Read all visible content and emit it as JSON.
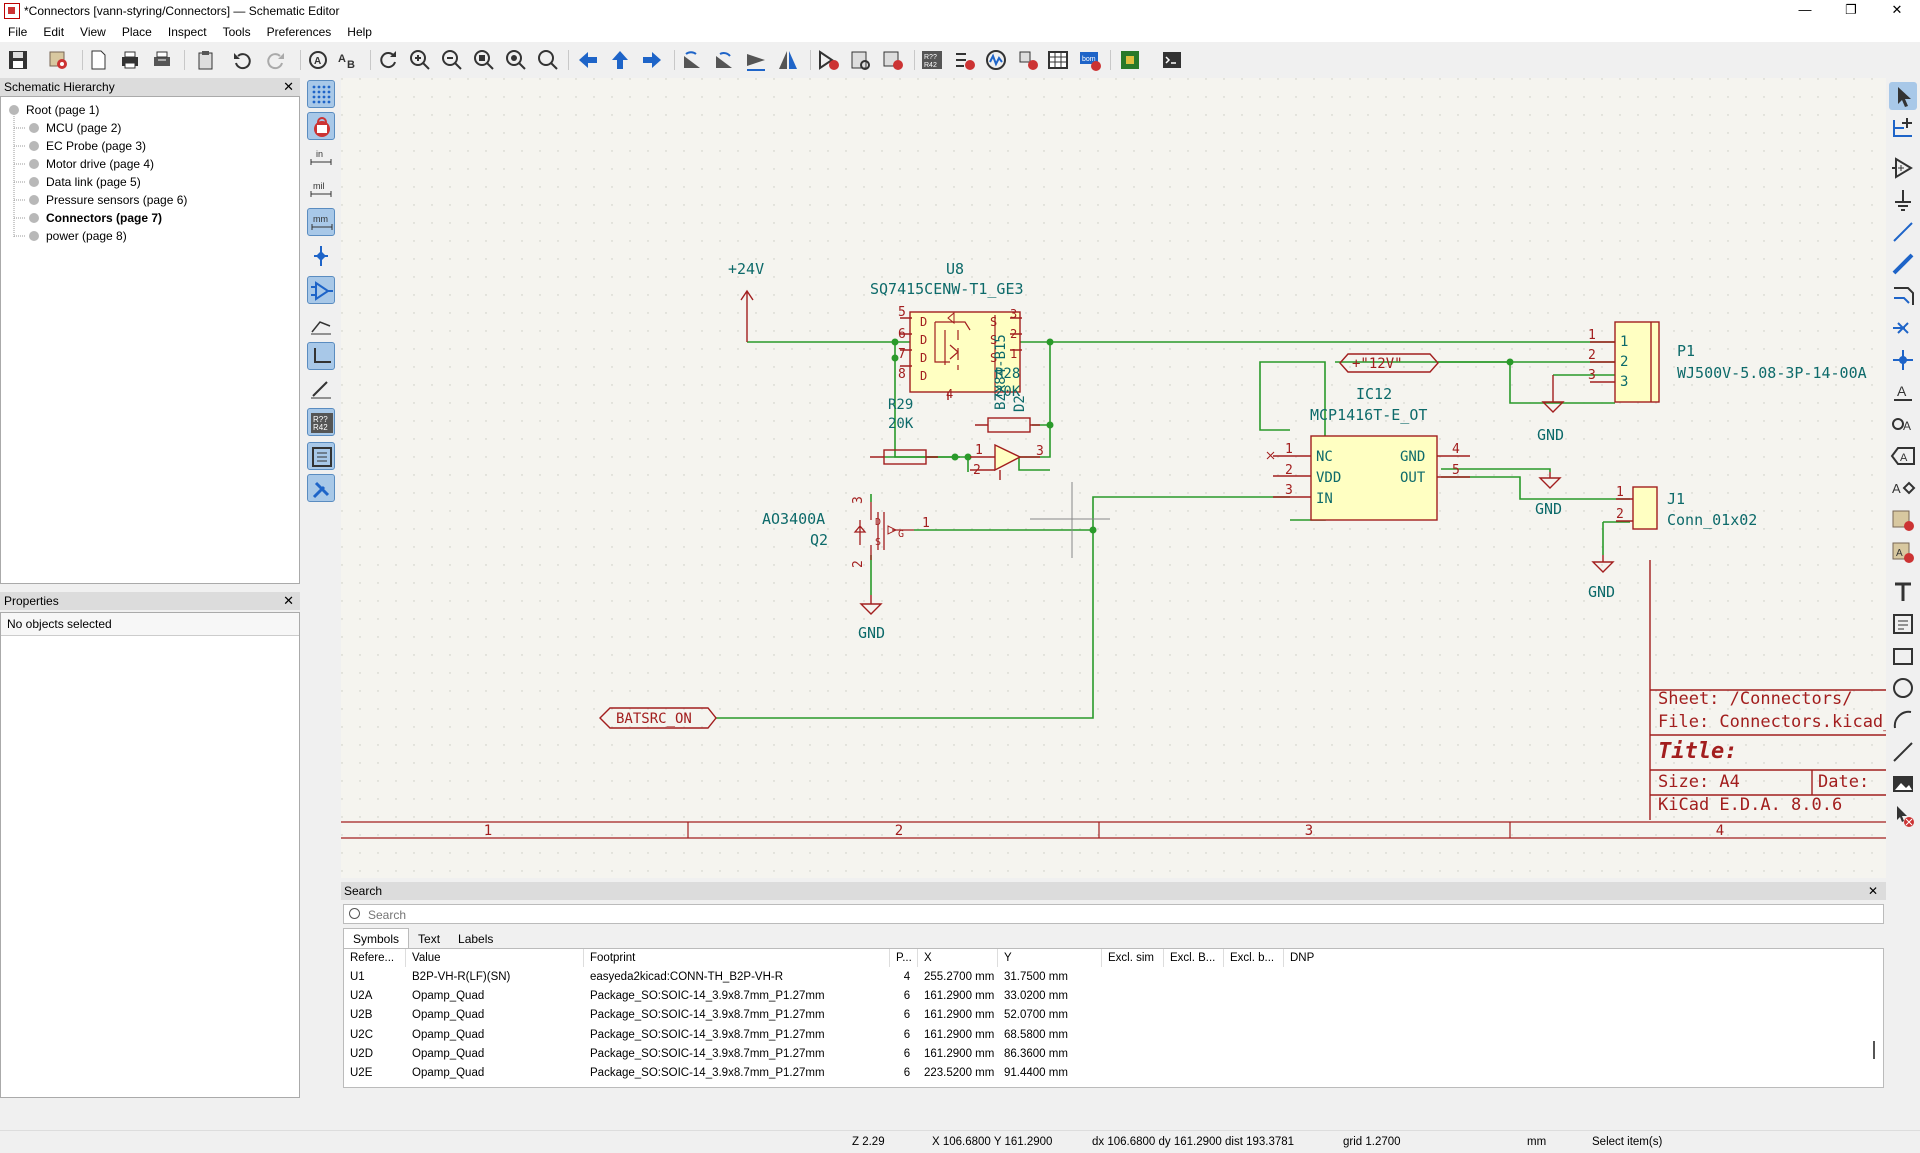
{
  "window": {
    "title": "*Connectors [vann-styring/Connectors] — Schematic Editor",
    "minimize": "—",
    "maximize": "❐",
    "close": "✕"
  },
  "menu": [
    "File",
    "Edit",
    "View",
    "Place",
    "Inspect",
    "Tools",
    "Preferences",
    "Help"
  ],
  "hierarchy": {
    "title": "Schematic Hierarchy",
    "items": [
      {
        "label": "Root (page 1)",
        "bold": false
      },
      {
        "label": "MCU (page 2)",
        "bold": false
      },
      {
        "label": "EC Probe (page 3)",
        "bold": false
      },
      {
        "label": "Motor drive (page 4)",
        "bold": false
      },
      {
        "label": "Data link (page 5)",
        "bold": false
      },
      {
        "label": "Pressure sensors (page 6)",
        "bold": false
      },
      {
        "label": "Connectors (page 7)",
        "bold": true
      },
      {
        "label": "power (page 8)",
        "bold": false
      }
    ]
  },
  "properties": {
    "title": "Properties",
    "empty_text": "No objects selected"
  },
  "left_toolbar": {
    "units_in": "in",
    "units_mil": "mil",
    "units_mm": "mm"
  },
  "schematic": {
    "power_24v": "+24V",
    "u8_ref": "U8",
    "u8_value": "SQ7415CENW-T1_GE3",
    "u8_pins": [
      "5",
      "6",
      "7",
      "8",
      "D",
      "D",
      "D",
      "D",
      "4",
      "3",
      "2",
      "1",
      "S",
      "S",
      "S"
    ],
    "d_ref": "D2",
    "d_value": "BZX84-B15",
    "r28_ref": "R28",
    "r28_value": "20K",
    "r29_ref": "R29",
    "r29_value": "20K",
    "q_pins": [
      "1",
      "2",
      "3"
    ],
    "q2_value": "AO3400A",
    "q2_ref": "Q2",
    "q2_pins": [
      "3",
      "2",
      "1",
      "D",
      "S",
      "G"
    ],
    "gnd": "GND",
    "label_12v": "+\"12V\"",
    "ic12_ref": "IC12",
    "ic12_value": "MCP1416T-E_OT",
    "ic12_pins_left": [
      {
        "num": "1",
        "name": "NC"
      },
      {
        "num": "2",
        "name": "VDD"
      },
      {
        "num": "3",
        "name": "IN"
      }
    ],
    "ic12_pins_right": [
      {
        "num": "4",
        "name": "GND"
      },
      {
        "num": "5",
        "name": "OUT"
      }
    ],
    "p1_ref": "P1",
    "p1_value": "WJ500V-5.08-3P-14-00A",
    "p1_pins": [
      "1",
      "2",
      "3"
    ],
    "j1_ref": "J1",
    "j1_value": "Conn_01x02",
    "j1_pins": [
      "1",
      "2"
    ],
    "label_batsrc": "BATSRC_ON",
    "titleblock": {
      "sheet": "Sheet: /Connectors/",
      "file": "File: Connectors.kicad_sch",
      "title": "Title:",
      "size": "Size: A4",
      "date": "Date:",
      "kicad": "KiCad E.D.A. 8.0.6"
    },
    "border_cols": [
      "1",
      "2",
      "3",
      "4"
    ]
  },
  "search": {
    "title": "Search",
    "placeholder": "Search",
    "tabs": [
      "Symbols",
      "Text",
      "Labels"
    ],
    "columns": [
      "Refere...",
      "Value",
      "Footprint",
      "P...",
      "X",
      "Y",
      "Excl. sim",
      "Excl. B...",
      "Excl. b...",
      "DNP"
    ],
    "rows": [
      [
        "U1",
        "B2P-VH-R(LF)(SN)",
        "easyeda2kicad:CONN-TH_B2P-VH-R",
        "4",
        "255.2700 mm",
        "31.7500 mm"
      ],
      [
        "U2A",
        "Opamp_Quad",
        "Package_SO:SOIC-14_3.9x8.7mm_P1.27mm",
        "6",
        "161.2900 mm",
        "33.0200 mm"
      ],
      [
        "U2B",
        "Opamp_Quad",
        "Package_SO:SOIC-14_3.9x8.7mm_P1.27mm",
        "6",
        "161.2900 mm",
        "52.0700 mm"
      ],
      [
        "U2C",
        "Opamp_Quad",
        "Package_SO:SOIC-14_3.9x8.7mm_P1.27mm",
        "6",
        "161.2900 mm",
        "68.5800 mm"
      ],
      [
        "U2D",
        "Opamp_Quad",
        "Package_SO:SOIC-14_3.9x8.7mm_P1.27mm",
        "6",
        "161.2900 mm",
        "86.3600 mm"
      ],
      [
        "U2E",
        "Opamp_Quad",
        "Package_SO:SOIC-14_3.9x8.7mm_P1.27mm",
        "6",
        "223.5200 mm",
        "91.4400 mm"
      ]
    ]
  },
  "status": {
    "zoom": "Z 2.29",
    "coords": "X 106.6800  Y 161.2900",
    "delta": "dx 106.6800  dy 161.2900  dist 193.3781",
    "grid": "grid 1.2700",
    "units": "mm",
    "mode": "Select item(s)"
  },
  "colors": {
    "wire": "#2a9a2a",
    "symbol": "#a21e1e",
    "symbol_fill": "#ffffc2",
    "text": "#0d6a6a",
    "junction": "#2a9a2a",
    "selection": "#a8c8e8"
  }
}
